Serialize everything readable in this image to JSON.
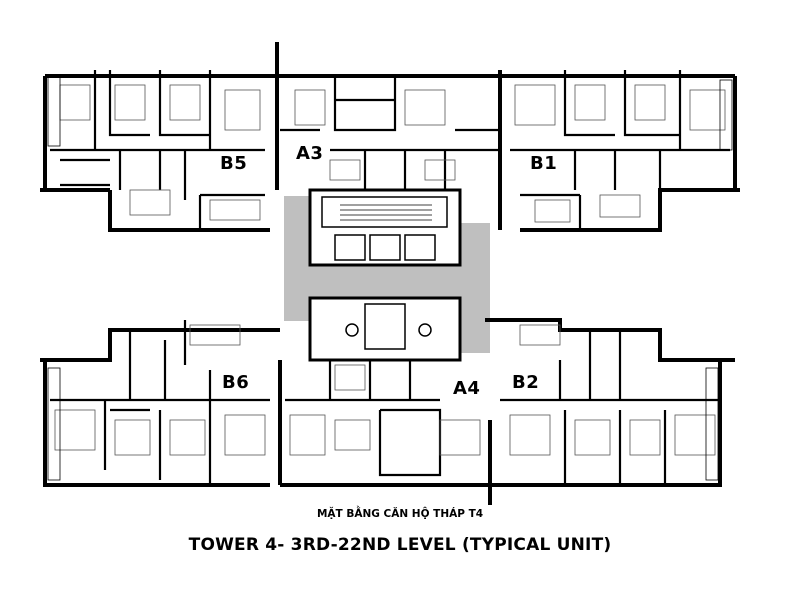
{
  "units": {
    "a3": "A3",
    "b5": "B5",
    "b1": "B1",
    "b6": "B6",
    "a4": "A4",
    "b2": "B2"
  },
  "caption": {
    "vietnamese": "MẶT BẰNG CĂN HỘ THÁP T4",
    "english": "TOWER 4- 3RD-22ND LEVEL (TYPICAL UNIT)"
  },
  "colors": {
    "wall": "#000000",
    "corridor": "#bfbfbf",
    "fixture": "#555555"
  }
}
